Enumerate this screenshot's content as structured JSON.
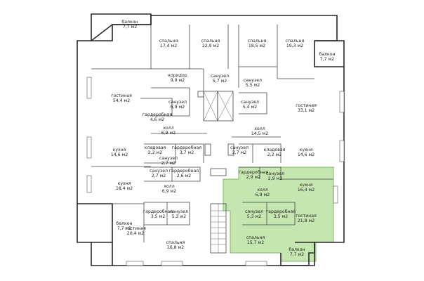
{
  "rooms": [
    {
      "name": "балкон",
      "area": "7,7 м2"
    },
    {
      "name": "спальня",
      "area": "17,4 м2"
    },
    {
      "name": "спальня",
      "area": "22,9 м2"
    },
    {
      "name": "спальня",
      "area": "18,5 м2"
    },
    {
      "name": "спальня",
      "area": "19,3 м2"
    },
    {
      "name": "балкон",
      "area": "7,7 м2"
    },
    {
      "name": "коридор",
      "area": "9,9 м2"
    },
    {
      "name": "санузел",
      "area": "5,7 м2"
    },
    {
      "name": "санузел",
      "area": "5,5 м2"
    },
    {
      "name": "гостиная",
      "area": "54,4 м2"
    },
    {
      "name": "санузел",
      "area": "6,9 м2"
    },
    {
      "name": "гардеробная",
      "area": "4,6 м2"
    },
    {
      "name": "санузел",
      "area": "5,4 м2"
    },
    {
      "name": "гостиная",
      "area": "33,1 м2"
    },
    {
      "name": "холл",
      "area": "6,9 м2"
    },
    {
      "name": "холл",
      "area": "14,5 м2"
    },
    {
      "name": "кладовая",
      "area": "2,2 м2"
    },
    {
      "name": "гардеробная",
      "area": "3,7 м2"
    },
    {
      "name": "санузел",
      "area": "2,7 м2"
    },
    {
      "name": "кухня",
      "area": "14,6 м2"
    },
    {
      "name": "санузел",
      "area": "2,7 м2"
    },
    {
      "name": "кладовая",
      "area": "2,2 м2"
    },
    {
      "name": "кухня",
      "area": "14,6 м2"
    },
    {
      "name": "санузел",
      "area": "2,7 м2"
    },
    {
      "name": "гардеробная",
      "area": "2,6 м2"
    },
    {
      "name": "кухня",
      "area": "18,4 м2"
    },
    {
      "name": "холл",
      "area": "6,9 м2"
    },
    {
      "name": "гардеробная",
      "area": "2,9 м2"
    },
    {
      "name": "санузел",
      "area": "2,9 м2"
    },
    {
      "name": "кухня",
      "area": "16,4 м2"
    },
    {
      "name": "холл",
      "area": "6,9 м2"
    },
    {
      "name": "балкон",
      "area": "7,7 м2"
    },
    {
      "name": "гардеробная",
      "area": "3,5 м2"
    },
    {
      "name": "санузел",
      "area": "5,3 м2"
    },
    {
      "name": "гостиная",
      "area": "20,4 м2"
    },
    {
      "name": "санузел",
      "area": "5,3 м2"
    },
    {
      "name": "гардеробная",
      "area": "3,5 м2"
    },
    {
      "name": "гостиная",
      "area": "21,8 м2"
    },
    {
      "name": "спальня",
      "area": "16,8 м2"
    },
    {
      "name": "спальня",
      "area": "15,7 м2"
    },
    {
      "name": "балкон",
      "area": "7,7 м2"
    }
  ],
  "highlight_color": "#c5e6b0",
  "highlight_border": "#7fb86a"
}
